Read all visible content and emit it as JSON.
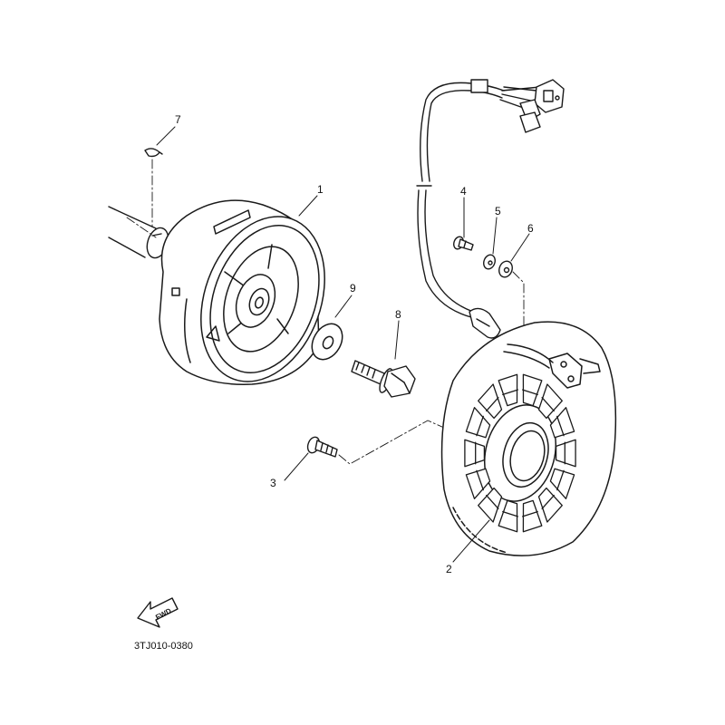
{
  "callouts": {
    "c1": "1",
    "c2": "2",
    "c3": "3",
    "c4": "4",
    "c5": "5",
    "c6": "6",
    "c7": "7",
    "c8": "8",
    "c9": "9"
  },
  "direction_arrow": {
    "label": "FWD"
  },
  "diagram_code": "3TJ010-0380"
}
